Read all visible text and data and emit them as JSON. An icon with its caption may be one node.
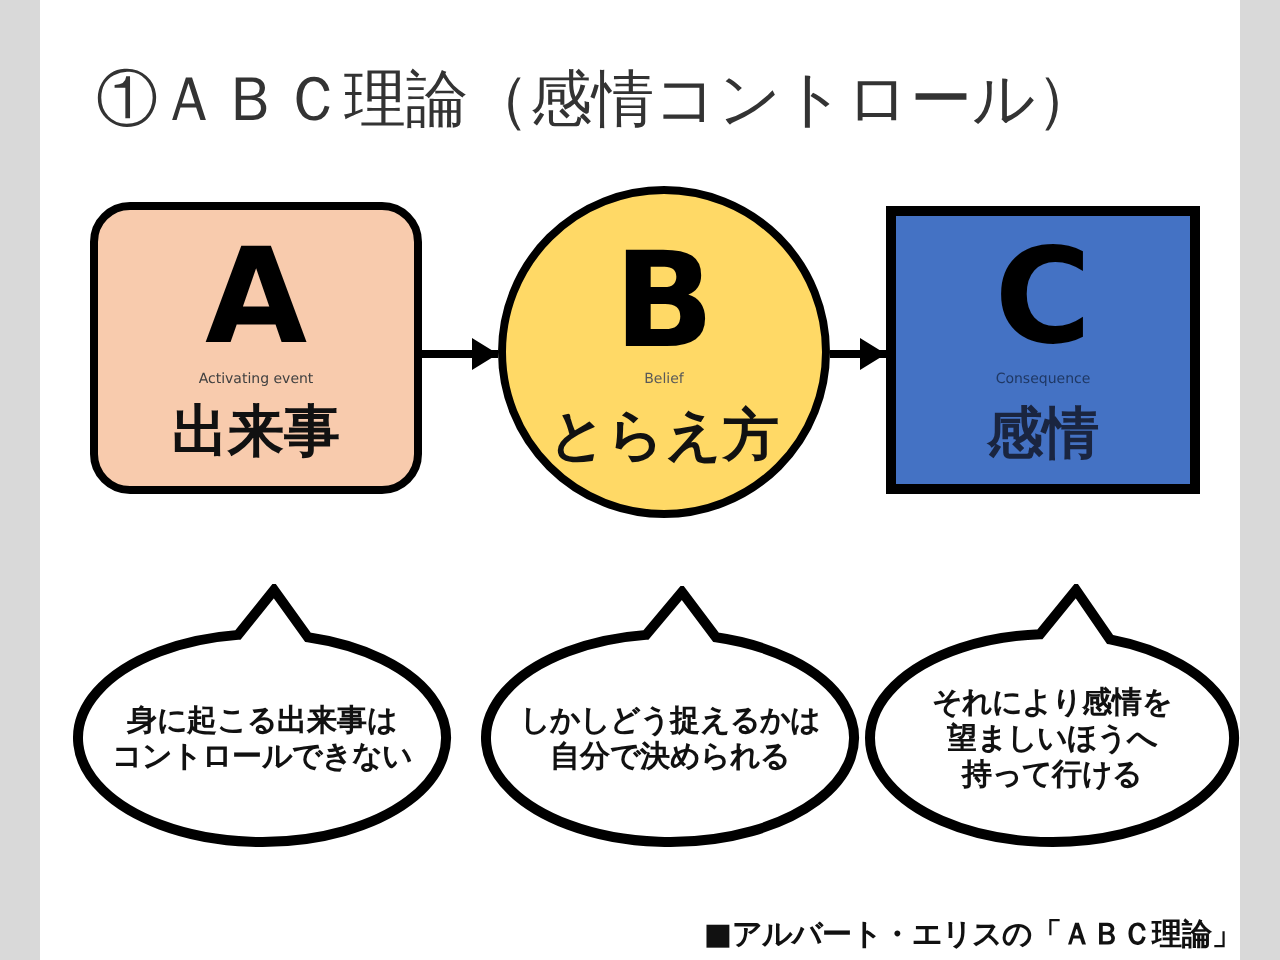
{
  "diagram": {
    "title": "①ＡＢＣ理論（感情コントロール）",
    "nodes": [
      {
        "text": [
          "A",
          "Activating event",
          "出来事"
        ]
      },
      {
        "text": [
          "B",
          "Belief",
          "とらえ方"
        ]
      },
      {
        "text": [
          "C",
          "Consequence",
          "感情"
        ]
      },
      {
        "text": [
          "身に起こる出来事はコントロールできない"
        ]
      },
      {
        "text": [
          "しかしどう捉えるかは自分で決められる"
        ]
      },
      {
        "text": [
          "それにより感情を望ましいほうへ持って行ける"
        ]
      }
    ],
    "edges": [
      {
        "from": 0,
        "to": 1,
        "arrow": "to"
      },
      {
        "from": 1,
        "to": 2,
        "arrow": "to"
      }
    ],
    "labels": [
      "■アルバート・エリスの「ＡＢＣ理論」"
    ]
  }
}
